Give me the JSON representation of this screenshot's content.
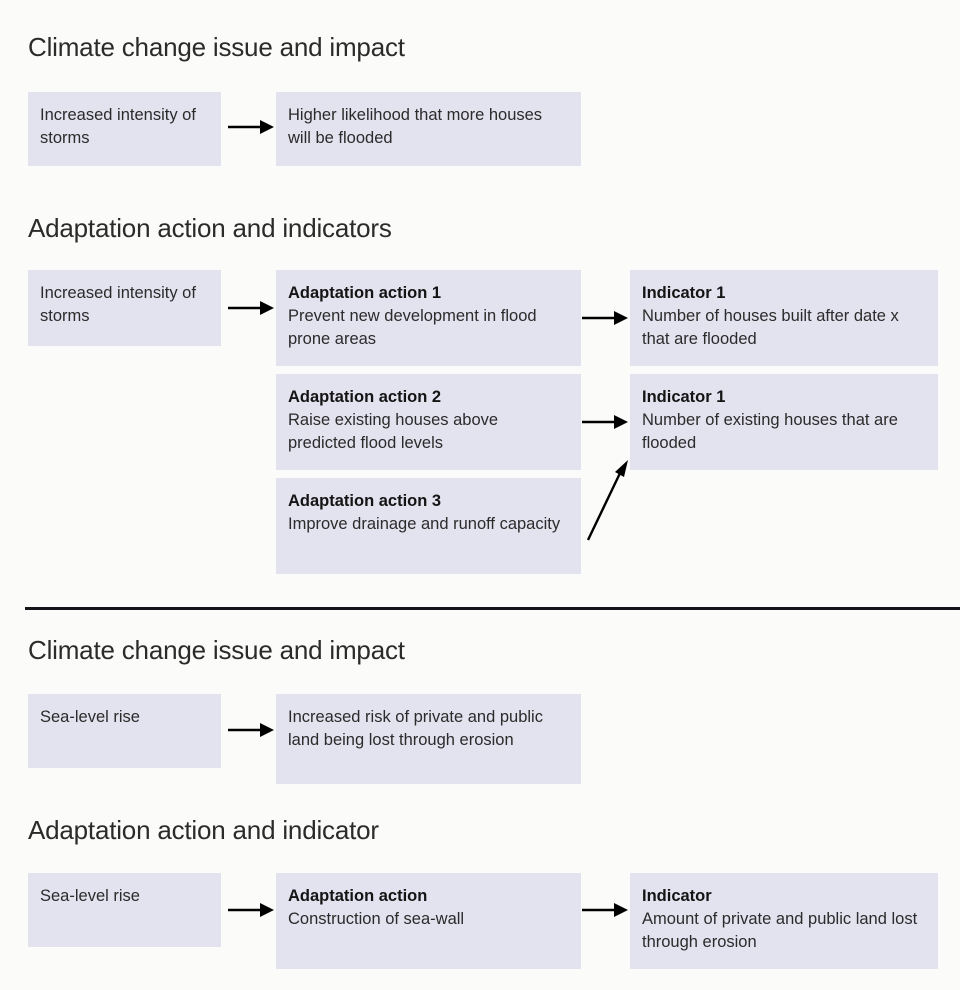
{
  "page": {
    "background_color": "#fbfcf9",
    "box_color": "#e3e2ef",
    "text_color": "#2b2b2b",
    "arrow_color": "#000000",
    "divider_color": "#141419"
  },
  "section_one": {
    "heading_issue": "Climate change issue and impact",
    "heading_action": "Adaptation action and indicators",
    "issue": "Increased intensity of storms",
    "impact": "Higher likelihood that more houses will be flooded",
    "driver": "Increased intensity of storms",
    "actions": [
      {
        "title": "Adaptation action 1",
        "description": "Prevent new development in flood prone areas"
      },
      {
        "title": "Adaptation action 2",
        "description": "Raise existing houses above predicted flood levels"
      },
      {
        "title": "Adaptation action 3",
        "description": "Improve drainage and runoff capacity"
      }
    ],
    "indicators": [
      {
        "title": "Indicator 1",
        "description": "Number of houses built after date x that are flooded"
      },
      {
        "title": "Indicator 1",
        "description": "Number of existing houses that are flooded"
      }
    ]
  },
  "section_two": {
    "heading_issue": "Climate change issue and impact",
    "heading_action": "Adaptation action and indicator",
    "issue": "Sea-level rise",
    "impact": "Increased risk of private and public land being lost through erosion",
    "driver": "Sea-level rise",
    "action": {
      "title": "Adaptation action",
      "description": "Construction of sea-wall"
    },
    "indicator": {
      "title": "Indicator",
      "description": "Amount of private and public land lost through erosion"
    }
  },
  "icons": {
    "arrow_right": "arrow-right-icon",
    "arrow_diagonal": "arrow-diagonal-up-right-icon"
  }
}
